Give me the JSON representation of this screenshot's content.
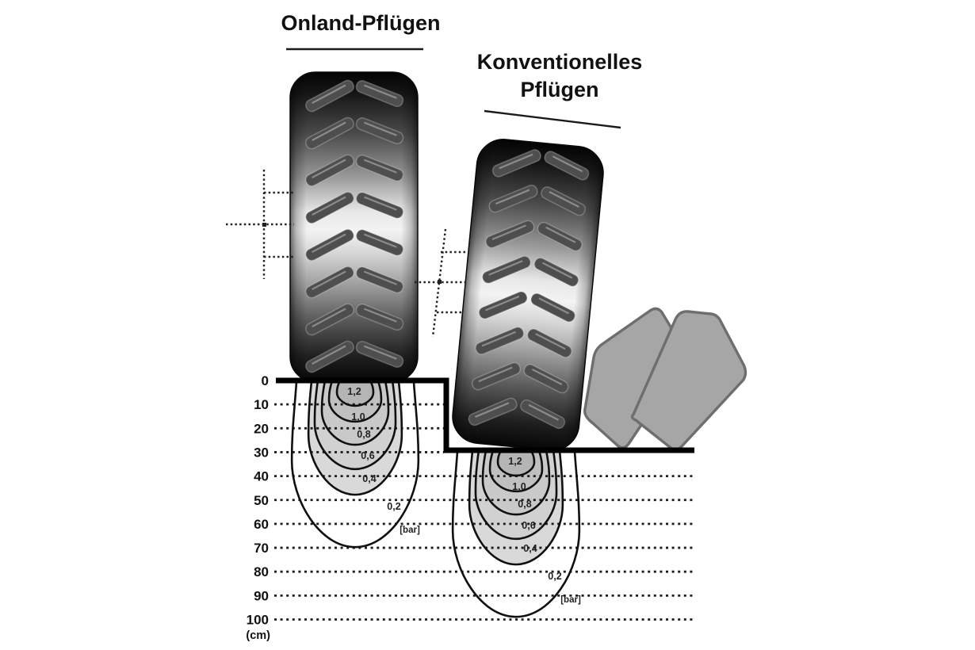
{
  "titles": {
    "left": "Onland-Pflügen",
    "right_line1": "Konventionelles",
    "right_line2": "Pflügen"
  },
  "chart_data": {
    "type": "contour",
    "scenarios": [
      {
        "name": "Onland-Pflügen",
        "surface_depth_cm": 0
      },
      {
        "name": "Konventionelles Pflügen",
        "surface_depth_cm": 30
      }
    ],
    "depth_axis": {
      "unit_label": "(cm)",
      "ticks_cm": [
        0,
        10,
        20,
        30,
        40,
        50,
        60,
        70,
        80,
        90,
        100
      ]
    },
    "pressure_unit_label": "[bar]",
    "contour_labels": [
      "1,2",
      "1,0",
      "0,8",
      "0,6",
      "0,4",
      "0,2"
    ],
    "contours": [
      {
        "label": "1,2",
        "value_bar": 1.2,
        "max_depth_cm": 10.6,
        "half_width_cm": 6.3
      },
      {
        "label": "1,0",
        "value_bar": 1.0,
        "max_depth_cm": 17.2,
        "half_width_cm": 9.6
      },
      {
        "label": "0,8",
        "value_bar": 0.8,
        "max_depth_cm": 26.9,
        "half_width_cm": 12.6
      },
      {
        "label": "0,6",
        "value_bar": 0.6,
        "max_depth_cm": 37.1,
        "half_width_cm": 15.6
      },
      {
        "label": "0,4",
        "value_bar": 0.4,
        "max_depth_cm": 47.8,
        "half_width_cm": 18.2
      },
      {
        "label": "0,2",
        "value_bar": 0.2,
        "max_depth_cm": 69.7,
        "half_width_cm": 24.5
      }
    ]
  }
}
